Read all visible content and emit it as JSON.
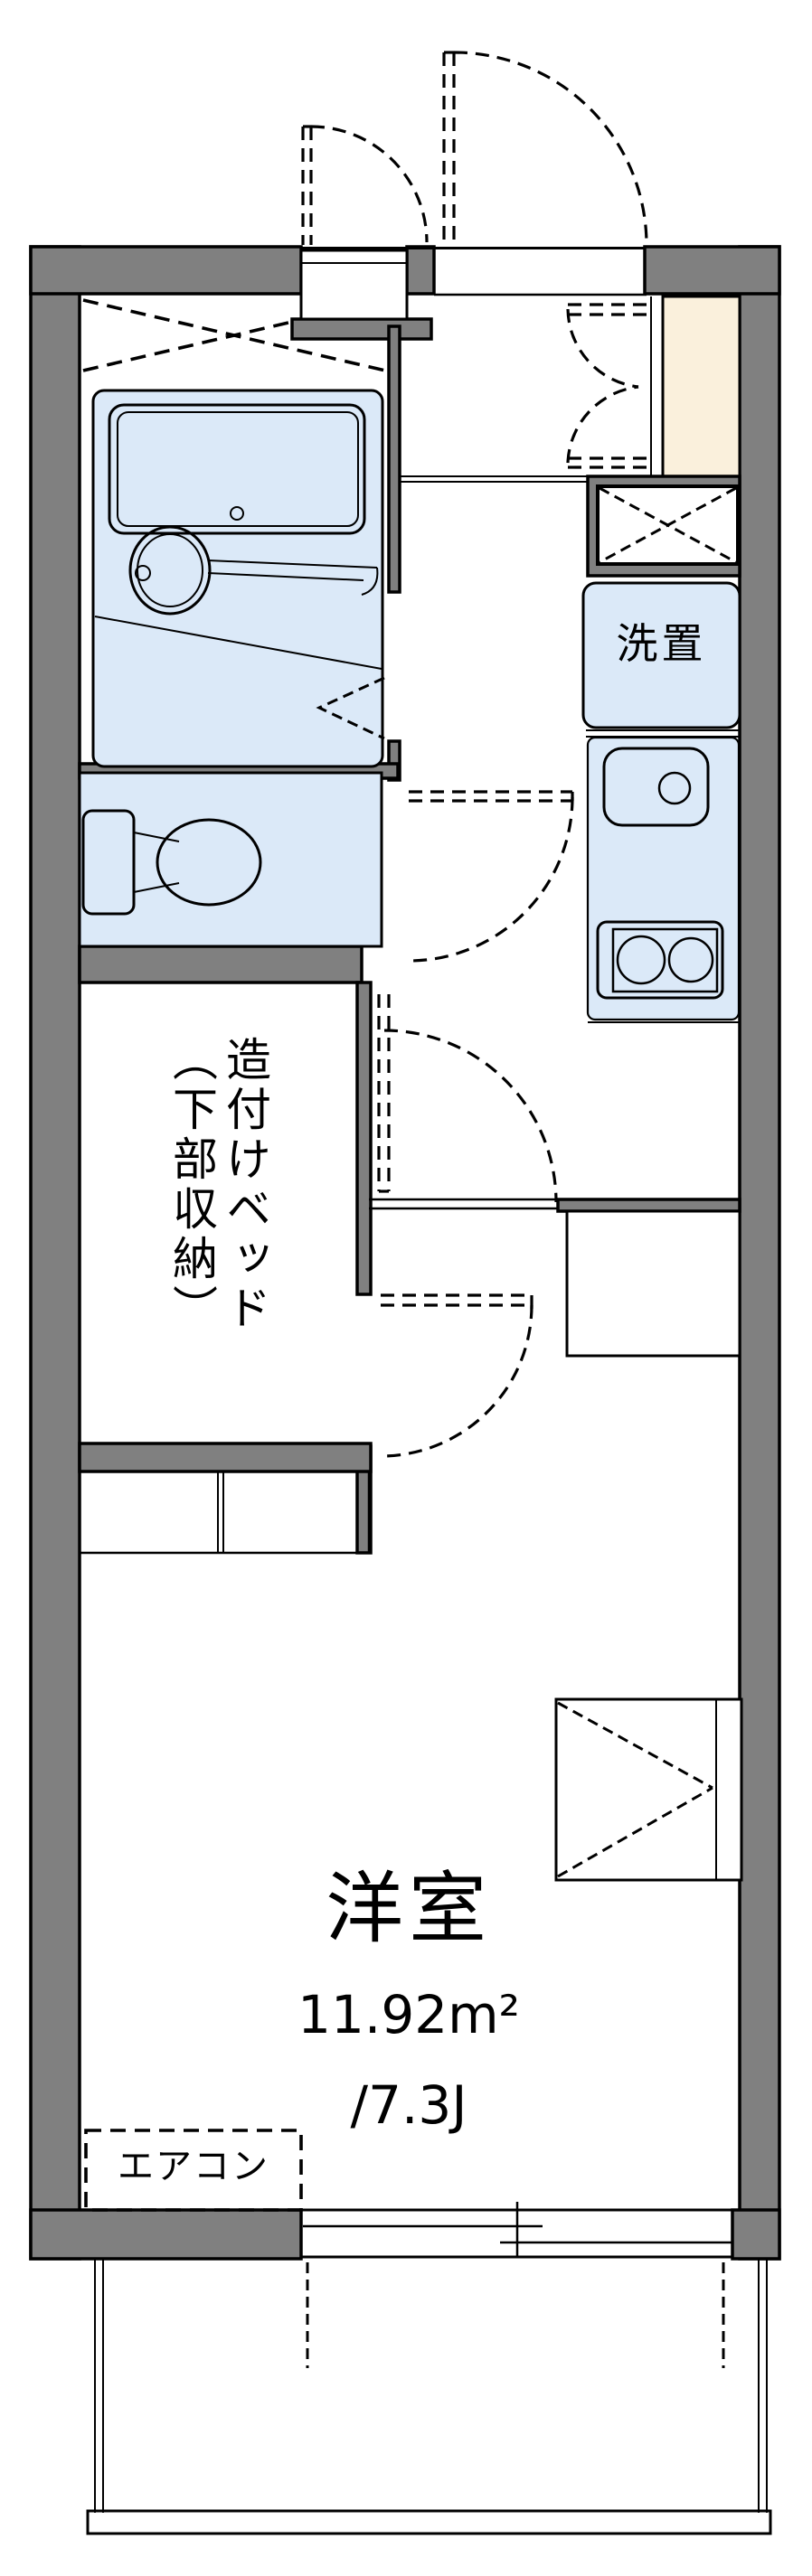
{
  "colors": {
    "wall": "#808080",
    "line": "#000000",
    "fixture": "#dbe9f8",
    "cabinet": "#faf0dc",
    "bg": "#ffffff"
  },
  "plan": {
    "labels": {
      "laundry": "洗置",
      "built_in_bed": "造付けベッド",
      "bed_sub": "（下部収納）",
      "room": "洋室",
      "area_m2": "11.92m²",
      "area_tatami": "/7.3J",
      "aircon": "エアコン"
    }
  }
}
